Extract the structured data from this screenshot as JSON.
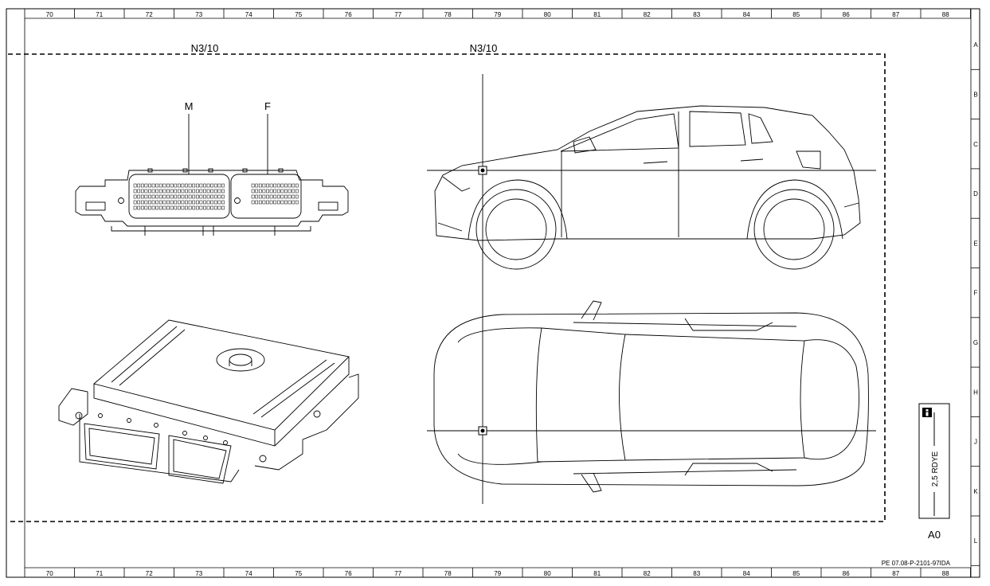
{
  "grid": {
    "columns": [
      "70",
      "71",
      "72",
      "73",
      "74",
      "75",
      "76",
      "77",
      "78",
      "79",
      "80",
      "81",
      "82",
      "83",
      "84",
      "85",
      "86",
      "87",
      "88"
    ],
    "rows": [
      "A",
      "B",
      "C",
      "D",
      "E",
      "F",
      "G",
      "H",
      "J",
      "K",
      "L"
    ]
  },
  "labels": {
    "component_left": "N3/10",
    "component_right": "N3/10",
    "connector_m": "M",
    "connector_f": "F",
    "document_id": "PE 07.08-P-2101-97IDA"
  },
  "legend": {
    "info_icon": "info-icon",
    "wire_spec": "2,5 RDYE",
    "location_code": "A0"
  }
}
